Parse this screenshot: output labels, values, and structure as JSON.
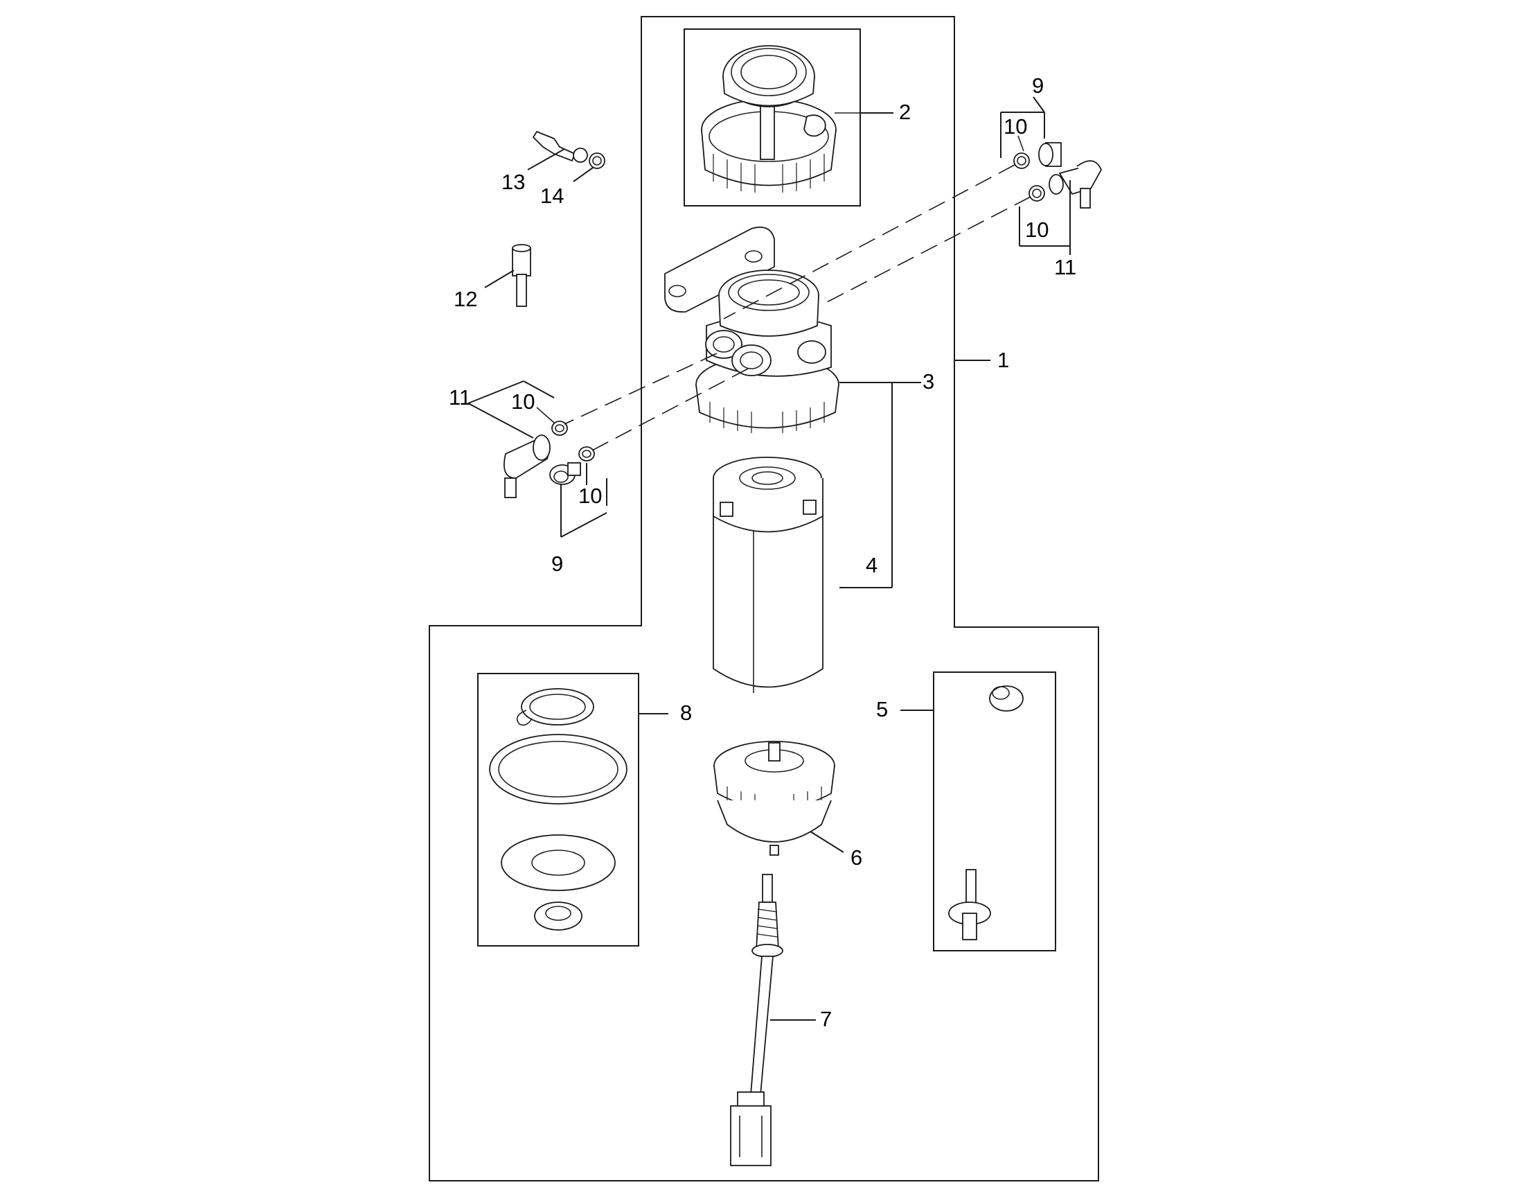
{
  "diagram": {
    "callouts": {
      "c1": "1",
      "c2": "2",
      "c3": "3",
      "c4": "4",
      "c5": "5",
      "c6": "6",
      "c7": "7",
      "c8": "8",
      "c9_right": "9",
      "c10_right_top": "10",
      "c10_right_bottom": "10",
      "c11_right": "11",
      "c11_left": "11",
      "c10_left_top": "10",
      "c10_left_bottom": "10",
      "c9_left": "9",
      "c12": "12",
      "c13": "13",
      "c14": "14"
    }
  }
}
